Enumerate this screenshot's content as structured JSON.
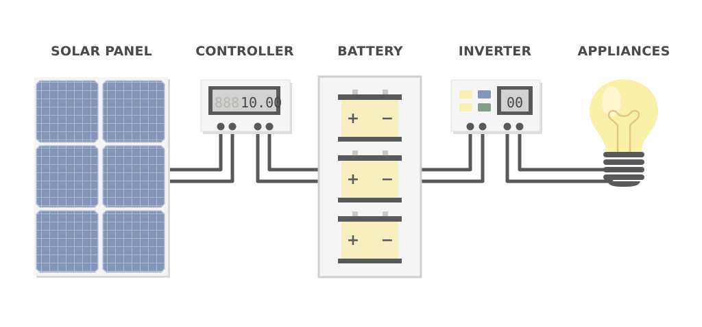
{
  "labels": {
    "solar_panel": "SOLAR PANEL",
    "controller": "CONTROLLER",
    "battery": "BATTERY",
    "inverter": "INVERTER",
    "appliances": "APPLIANCES"
  },
  "controller_display": {
    "ghost": "888",
    "value": "10.00"
  },
  "inverter_display": "00",
  "battery_symbols": {
    "plus": "+",
    "minus": "−"
  },
  "colors": {
    "panel_cell": "#8496b7",
    "panel_grid": "#b9c6dd",
    "wire": "#58595b",
    "battery_body": "#f7efbf",
    "bulb": "#fbf0a8",
    "display_bg": "#d2d3d0",
    "device_bg": "#f5f5f5"
  }
}
